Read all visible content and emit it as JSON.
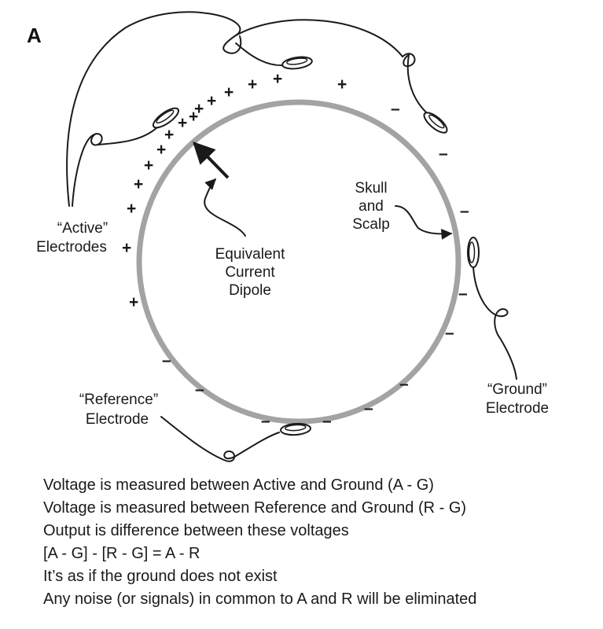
{
  "panel_label": "A",
  "labels": {
    "active_line1": "“Active”",
    "active_line2": "Electrodes",
    "reference_line1": "“Reference”",
    "reference_line2": "Electrode",
    "ground_line1": "“Ground”",
    "ground_line2": "Electrode",
    "skull_line1": "Skull",
    "skull_line2": "and",
    "skull_line3": "Scalp",
    "dipole_line1": "Equivalent",
    "dipole_line2": "Current",
    "dipole_line3": "Dipole"
  },
  "signs": {
    "plus": "+",
    "minus": "–"
  },
  "colors": {
    "skull": "#a3a3a3",
    "ink": "#1a1a1a"
  },
  "notes": [
    "Voltage is measured between Active and Ground (A - G)",
    "Voltage is measured between Reference and Ground (R - G)",
    "Output is difference between these voltages",
    "[A - G] - [R - G] = A - R",
    "It’s as if the ground does not exist",
    "Any noise (or signals) in common to A and R will be eliminated"
  ]
}
